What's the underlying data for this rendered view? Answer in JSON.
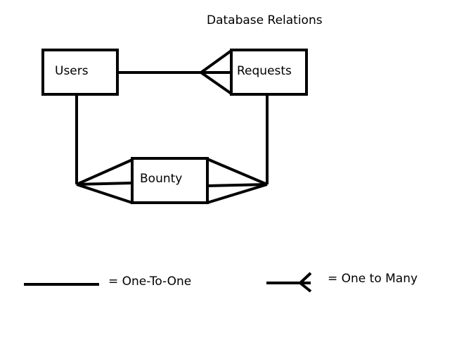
{
  "diagram": {
    "title": "Database Relations",
    "entities": {
      "users": "Users",
      "requests": "Requests",
      "bounty": "Bounty"
    },
    "legend": {
      "one_to_one": "= One-To-One",
      "one_to_many": "= One to Many"
    },
    "colors": {
      "stroke": "#000000",
      "background": "#ffffff"
    }
  }
}
